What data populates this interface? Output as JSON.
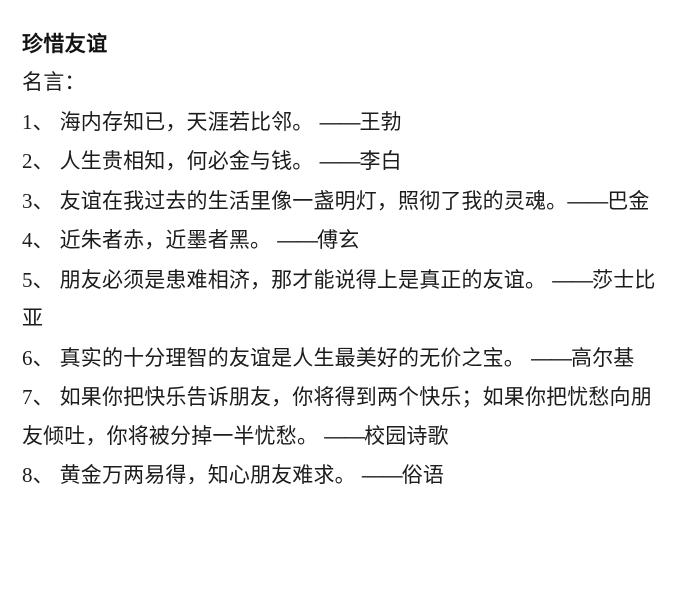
{
  "document": {
    "title": "珍惜友谊",
    "section_label": "名言：",
    "text_color": "#1c1c1c",
    "background_color": "#ffffff",
    "quotes": [
      {
        "number": "1",
        "marker": "、",
        "text": "海内存知已，天涯若比邻。",
        "dash": "——",
        "author": "王勃",
        "full": "1、 海内存知已，天涯若比邻。 ——王勃"
      },
      {
        "number": "2",
        "marker": "、",
        "text": "人生贵相知，何必金与钱。",
        "dash": "——",
        "author": "李白",
        "full": "2、 人生贵相知，何必金与钱。 ——李白"
      },
      {
        "number": "3",
        "marker": "、",
        "text": "友谊在我过去的生活里像一盏明灯，照彻了我的灵魂。",
        "dash": "——",
        "author": "巴金",
        "full": "3、 友谊在我过去的生活里像一盏明灯，照彻了我的灵魂。 ——巴金"
      },
      {
        "number": "4",
        "marker": "、",
        "text": "近朱者赤，近墨者黑。",
        "dash": "——",
        "author": "傅玄",
        "full": "4、 近朱者赤，近墨者黑。 ——傅玄"
      },
      {
        "number": "5",
        "marker": "、",
        "text": "朋友必须是患难相济，那才能说得上是真正的友谊。",
        "dash": "——",
        "author": "莎士比亚",
        "full": "5、 朋友必须是患难相济，那才能说得上是真正的友谊。 ——莎士比亚"
      },
      {
        "number": "6",
        "marker": "、",
        "text": "真实的十分理智的友谊是人生最美好的无价之宝。",
        "dash": "——",
        "author": "高尔基",
        "full": "6、 真实的十分理智的友谊是人生最美好的无价之宝。 ——高尔基"
      },
      {
        "number": "7",
        "marker": "、",
        "text": "如果你把快乐告诉朋友，你将得到两个快乐；如果你把忧愁向朋友倾吐，你将被分掉一半忧愁。",
        "dash": "——",
        "author": "校园诗歌",
        "full": "7、 如果你把快乐告诉朋友，你将得到两个快乐；如果你把忧愁向朋友倾吐，你将被分掉一半忧愁。 ——校园诗歌"
      },
      {
        "number": "8",
        "marker": "、",
        "text": "黄金万两易得，知心朋友难求。",
        "dash": "——",
        "author": "俗语",
        "full": "8、 黄金万两易得，知心朋友难求。 ——俗语"
      }
    ]
  }
}
